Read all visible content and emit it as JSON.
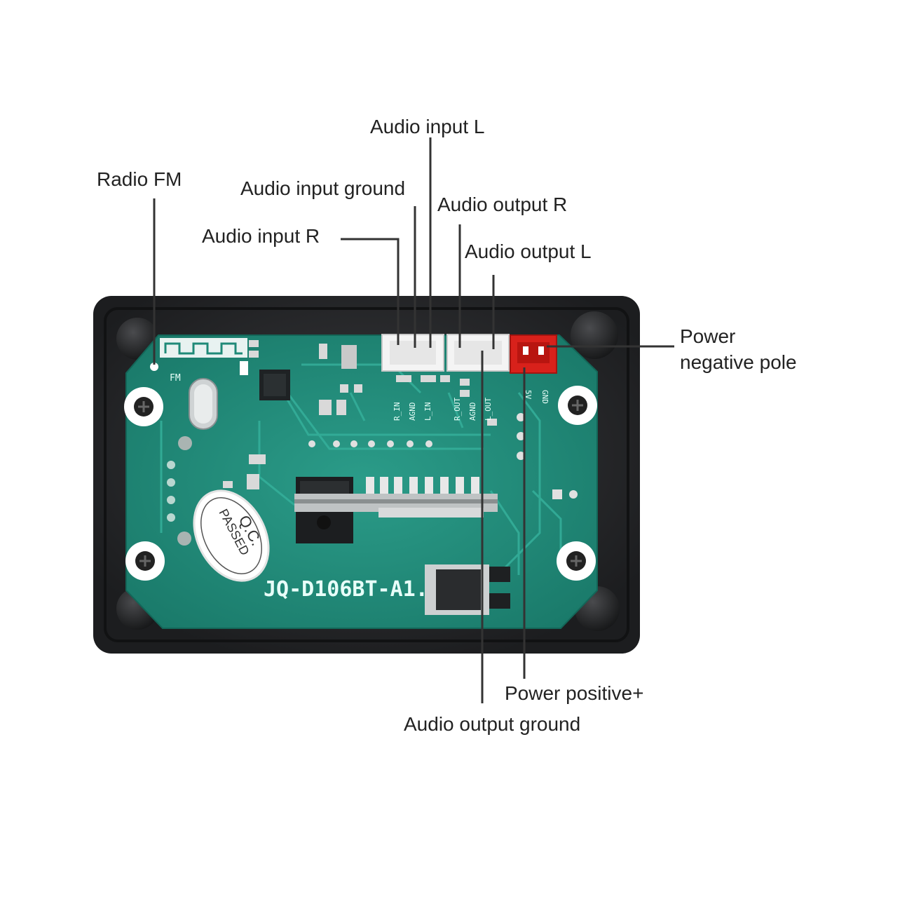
{
  "diagram": {
    "board_model": "JQ-D106BT-A1.",
    "qc_stamp_line1": "Q.C.",
    "qc_stamp_line2": "PASSED",
    "labels": {
      "radio_fm": "Radio FM",
      "audio_input_l": "Audio input L",
      "audio_input_ground": "Audio input ground",
      "audio_input_r": "Audio input R",
      "audio_output_r": "Audio output R",
      "audio_output_l": "Audio output L",
      "power_negative_line1": "Power",
      "power_negative_line2": "negative pole",
      "power_positive": "Power positive+",
      "audio_output_ground": "Audio output ground"
    },
    "silkscreen": {
      "fm": "FM",
      "in_r": "R_IN",
      "in_gnd": "AGND",
      "in_l": "L_IN",
      "out_r": "R_OUT",
      "out_gnd": "AGND",
      "out_l": "L_OUT",
      "power": "5V",
      "ground": "GND"
    },
    "colors": {
      "case": "#2a2b2d",
      "pcb": "#1f8a78",
      "connector": "#f2f2f2",
      "power_connector": "#d8211b",
      "leader_line": "#333333"
    }
  }
}
